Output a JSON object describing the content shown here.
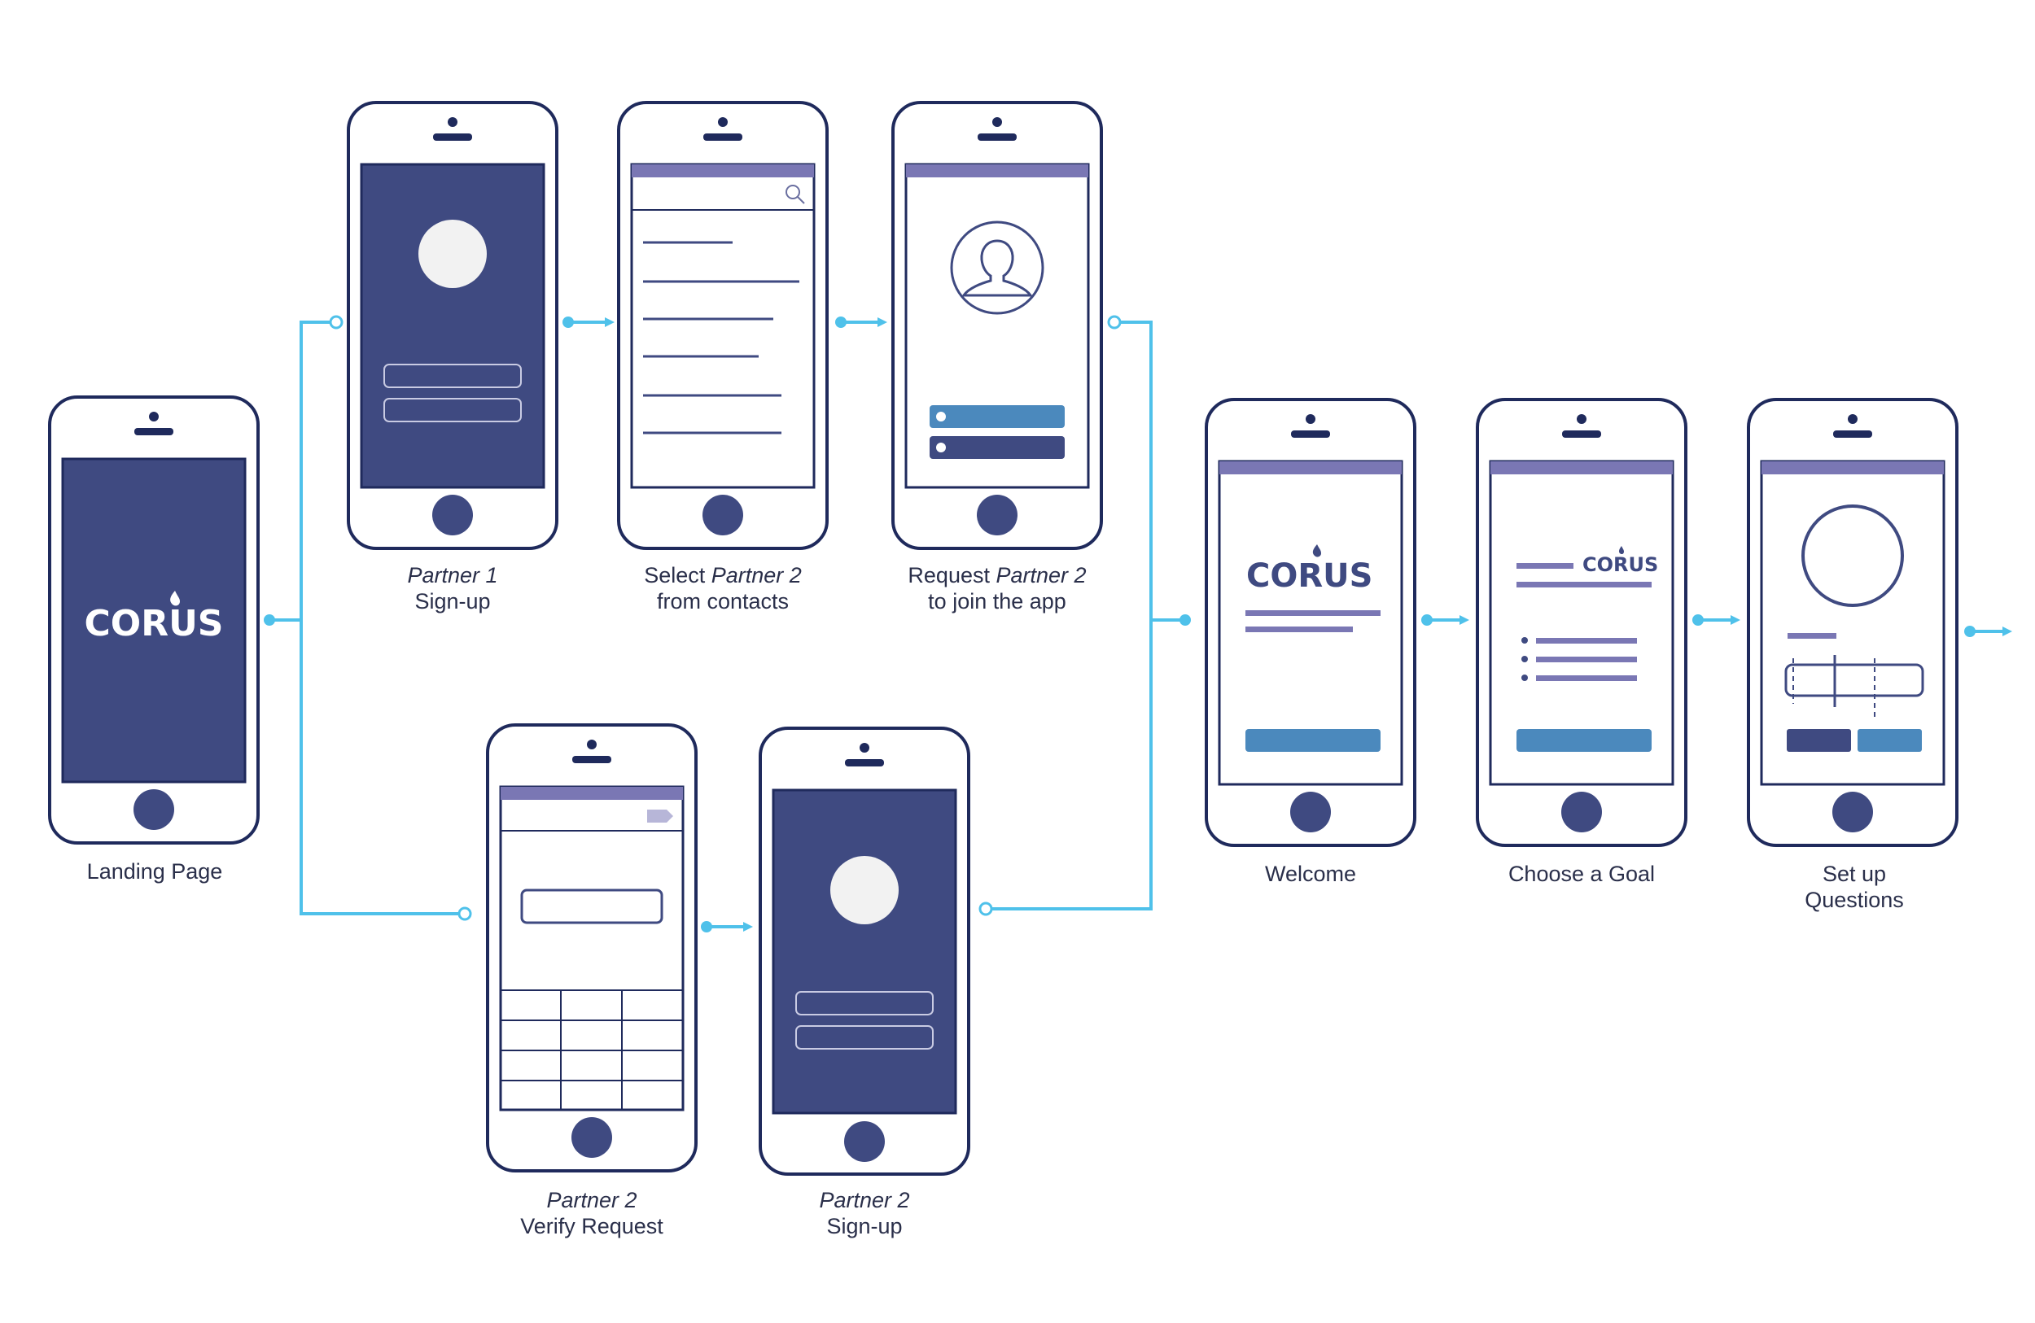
{
  "brand": {
    "logo_text": "CORUS"
  },
  "colors": {
    "navy": "#3f4a81",
    "outline": "#1f2a5c",
    "purple_bar": "#7a77b4",
    "blue_button": "#4b89bd",
    "connector": "#4fc1ea",
    "avatar_fill": "#f2f2f2"
  },
  "screens": {
    "landing": {
      "caption": "Landing Page"
    },
    "p1_signup": {
      "caption_italic": "Partner 1",
      "caption": "Sign-up"
    },
    "select": {
      "caption_pre": "Select ",
      "caption_italic": "Partner 2",
      "caption_line2": "from contacts"
    },
    "request": {
      "caption_pre": "Request ",
      "caption_italic": "Partner 2",
      "caption_line2": "to join the app"
    },
    "verify": {
      "caption_italic": "Partner 2",
      "caption": "Verify Request"
    },
    "p2_signup": {
      "caption_italic": "Partner 2",
      "caption": "Sign-up"
    },
    "welcome": {
      "caption": "Welcome"
    },
    "goal": {
      "caption": "Choose a Goal"
    },
    "setup": {
      "caption_line1": "Set up",
      "caption_line2": "Questions"
    }
  }
}
